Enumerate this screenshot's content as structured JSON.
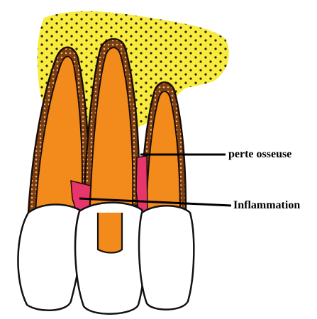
{
  "labels": {
    "bone_loss": "perte osseuse",
    "inflammation": "Inflammation"
  },
  "colors": {
    "bone": "#f7ec3d",
    "bone_dots": "#2b1a0a",
    "root": "#f28a1c",
    "root_edge": "#1a0d05",
    "ligament": "#7a3e12",
    "inflammation": "#e8356b",
    "crown": "#ffffff",
    "outline": "#111111"
  },
  "icons": {
    "teeth": "three-teeth-illustration"
  }
}
